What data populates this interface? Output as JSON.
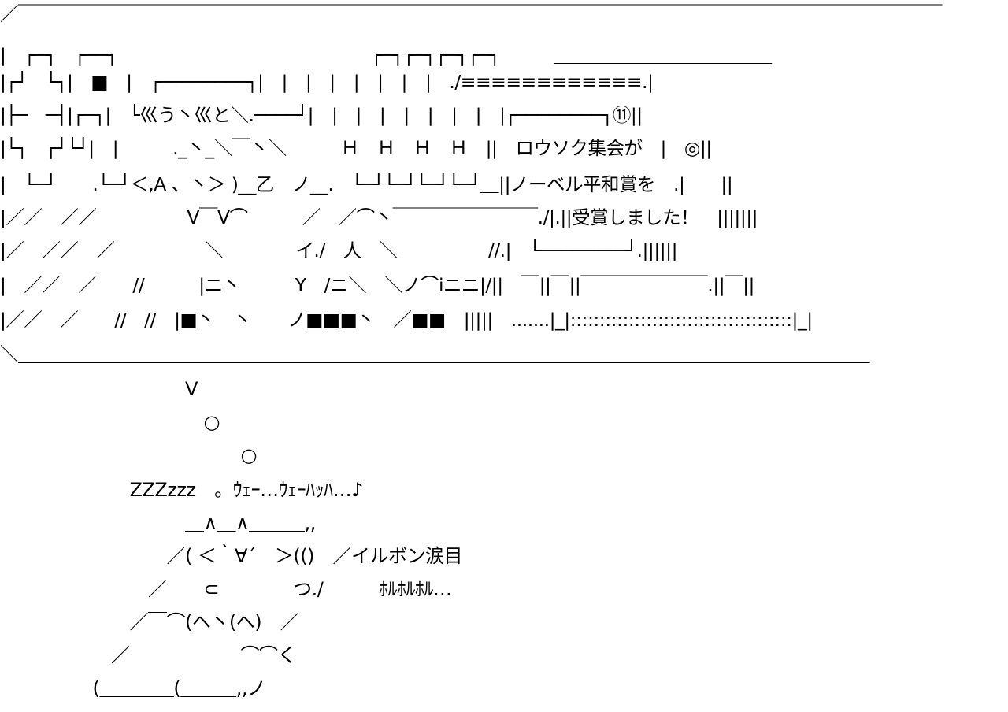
{
  "art": {
    "scene_lines": [
      "／￣￣￣￣￣￣￣￣￣￣￣￣￣￣￣￣￣￣￣￣￣￣￣￣￣￣￣￣￣￣￣￣￣￣￣￣￣￣￣￣￣￣￣￣￣￣￣￣￣￣￣",
      "|　┌─┐　┌──┐　　　　　　　　　　　　　　┌─┐┌─┐┌─┐┌─┐　　　＿＿＿＿＿＿＿＿＿＿＿＿",
      "|┌┘　└┐|　■　|　┌────────┐|　|　|　|　|　|　|　|　./≡≡≡≡≡≡≡≡≡≡≡≡.|",
      "|├─　─┤|┌─┐|　└巛う丶巛と＼.────┘|　|　|　|　|　|　|　|　|┌────────┐⑪||",
      "|└┐　┌┘└┘|　|　　　._丶_＼￣丶＼　　　Ｈ　Ｈ　Ｈ　Ｈ　||　ロウソク集会が　|　◎||",
      "|　└─┘　　.└─┘＜,A 、丶＞ )__乙　ノ__.　└─┘└─┘└─┘└─┘＿||ノーベル平和賞を　.|　　||",
      "|／／　／／　　　　　V￣V⌒　　　／　／⌒丶￣￣￣￣￣￣￣￣./|.||受賞しました！　|||||||",
      "|／　／／　／　　　　　＼　　　　イ./　人　＼　　　　　//.|　└────────┘.||||||",
      "|　／／　／　　//　　　|ニ丶　　　Y　/ニ＼　＼ノ⌒iニニ|/||　￣||￣||￣￣￣￣￣￣￣.||￣||",
      "|／／　／　　//　//　|■丶　丶　　ノ■■■丶　／■■　|||||　.......|_|::::::::::::::::::::::::::::::::::::::|_|",
      "＼＿＿＿＿＿＿＿＿＿＿＿＿＿＿＿＿＿＿＿＿＿＿＿＿＿＿＿＿＿＿＿＿＿＿＿＿＿＿＿＿＿＿＿＿＿＿＿"
    ],
    "thought_lines": [
      "　　　　　　　　　　V",
      "　　　　　　　　　　　○",
      "　　　　　　　　　　　　　○",
      "　　　　　　　ZZZzzz　。ｳｪｰ…ｳｪｰﾊｯﾊ…♪",
      "　　　　　　　　　　＿∧＿∧＿＿＿,,",
      "　　　　　　　　　／( ＜｀∀´　＞(()　／イルボン涙目",
      "　　　　　　　　／　　⊂　　　　つ./　　　ﾎﾙﾎﾙﾎﾙ…",
      "　　　　　　　／￣⌒(ヘ丶(ヘ)　／",
      "　　　　　　／　　　　　　⌒⌒く",
      "　　　　　(＿＿＿＿(＿＿＿,,ノ"
    ]
  }
}
